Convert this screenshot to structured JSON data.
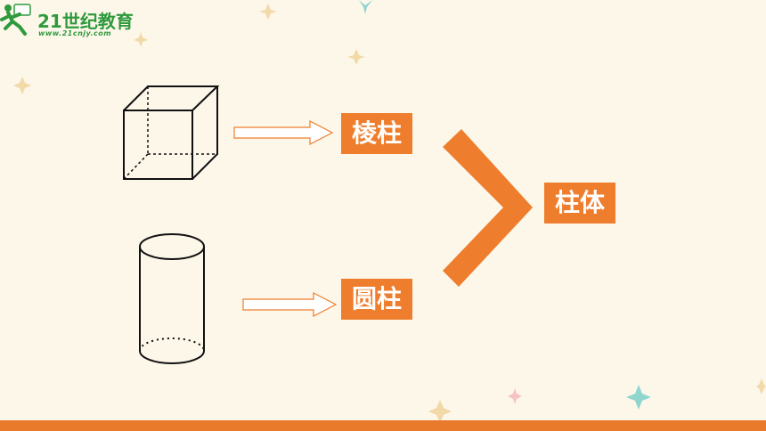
{
  "logo": {
    "title": "21世纪教育",
    "url": "www.21cnjy.com"
  },
  "labels": {
    "prism": "棱柱",
    "cylinder": "圆柱",
    "column": "柱体"
  },
  "colors": {
    "background": "#fdf7ea",
    "accent": "#ee7e2d",
    "logo_green": "#2f9a3d",
    "star_gold": "#f2d9a8",
    "star_teal": "#8fd6cf",
    "star_pink": "#f6c2c6"
  }
}
